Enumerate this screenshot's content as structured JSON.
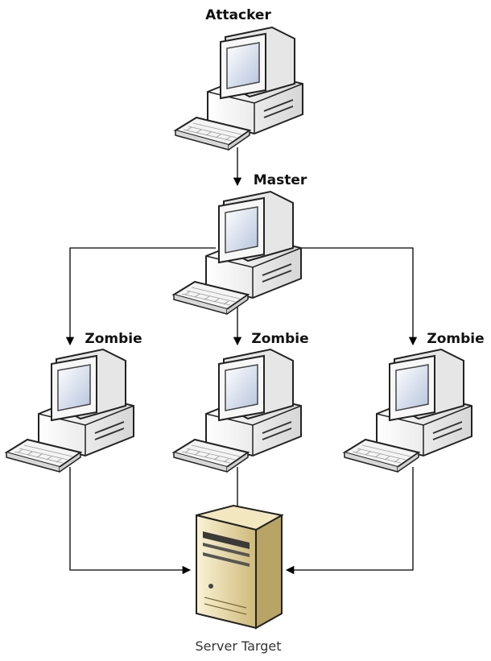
{
  "nodes": {
    "attacker": {
      "label": "Attacker"
    },
    "master": {
      "label": "Master"
    },
    "zombie_left": {
      "label": "Zombie"
    },
    "zombie_center": {
      "label": "Zombie"
    },
    "zombie_right": {
      "label": "Zombie"
    },
    "server": {
      "label": "Server Target"
    }
  },
  "colors": {
    "line": "#000000",
    "pc_body": "#f2f2f2",
    "pc_outline": "#222222",
    "screen": "#c9d3e6",
    "server_body": "#e8dcb5"
  }
}
